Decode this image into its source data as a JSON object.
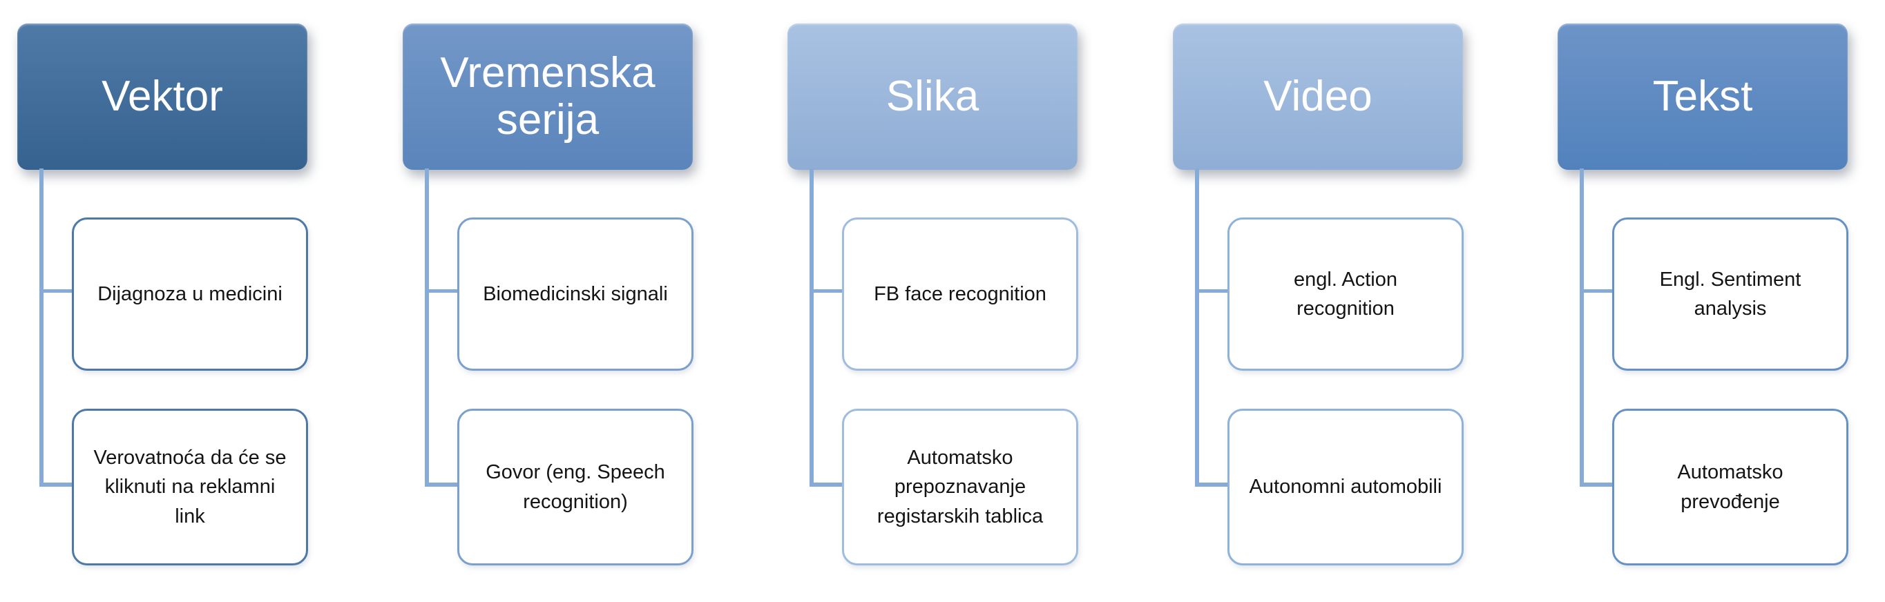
{
  "diagram": {
    "description": "Hierarchy diagram of data types with example machine-learning applications",
    "connector_color": "#87abd8",
    "columns": [
      {
        "id": "vektor",
        "label": "Vektor",
        "colors": {
          "header_top": "#4f7aa8",
          "header_bottom": "#366290",
          "leaf_border": "#4e79a7",
          "connector": "#87abd8"
        },
        "children": [
          "Dijagnoza u medicini",
          "Verovatnoća da će se kliknuti na reklamni link"
        ]
      },
      {
        "id": "vremenska-serija",
        "label": "Vremenska serija",
        "colors": {
          "header_top": "#7397c8",
          "header_bottom": "#5a85bb",
          "leaf_border": "#7ba0cc",
          "connector": "#87abd8"
        },
        "children": [
          "Biomedicinski signali",
          "Govor (eng. Speech recognition)"
        ]
      },
      {
        "id": "slika",
        "label": "Slika",
        "colors": {
          "header_top": "#a9c2e2",
          "header_bottom": "#8fadd4",
          "leaf_border": "#9fbcdf",
          "connector": "#87abd8"
        },
        "children": [
          "FB face recognition",
          "Automatsko prepoznavanje registarskih tablica"
        ]
      },
      {
        "id": "video",
        "label": "Video",
        "colors": {
          "header_top": "#a9c2e2",
          "header_bottom": "#90aed5",
          "leaf_border": "#8fb2da",
          "connector": "#87abd8"
        },
        "children": [
          "engl. Action recognition",
          "Autonomni automobili"
        ]
      },
      {
        "id": "tekst",
        "label": "Tekst",
        "colors": {
          "header_top": "#6d94c8",
          "header_bottom": "#5282bc",
          "leaf_border": "#6691c5",
          "connector": "#87abd8"
        },
        "children": [
          "Engl. Sentiment analysis",
          "Automatsko prevođenje"
        ]
      }
    ]
  }
}
